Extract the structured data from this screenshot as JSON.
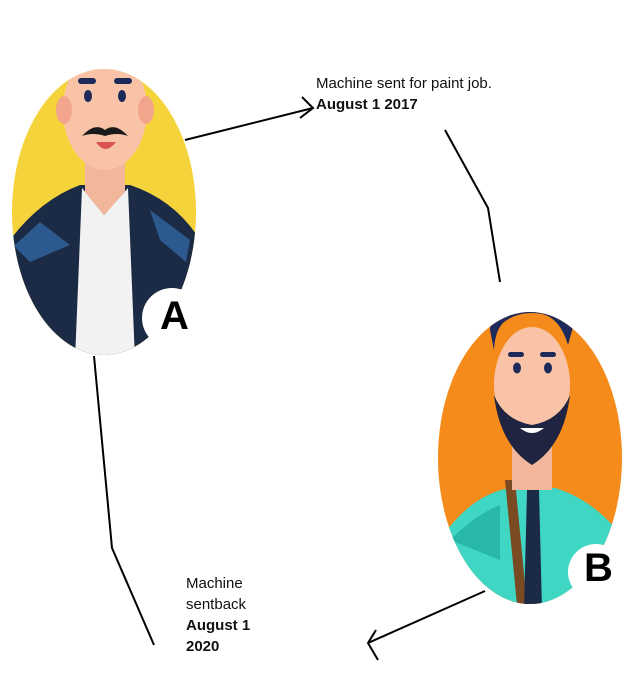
{
  "person_a": {
    "badge": "A",
    "circle_color": "#F5D33A",
    "icon": "man-with-mustache-avatar-icon"
  },
  "person_b": {
    "badge": "B",
    "circle_color": "#F48B1B",
    "icon": "man-with-beard-avatar-icon"
  },
  "note_top": {
    "line1": "Machine sent for paint job.",
    "date": "August 1 2017"
  },
  "note_bottom": {
    "line1": "Machine",
    "line2": "sentback",
    "date_line1": "August 1",
    "date_line2": "2020"
  }
}
